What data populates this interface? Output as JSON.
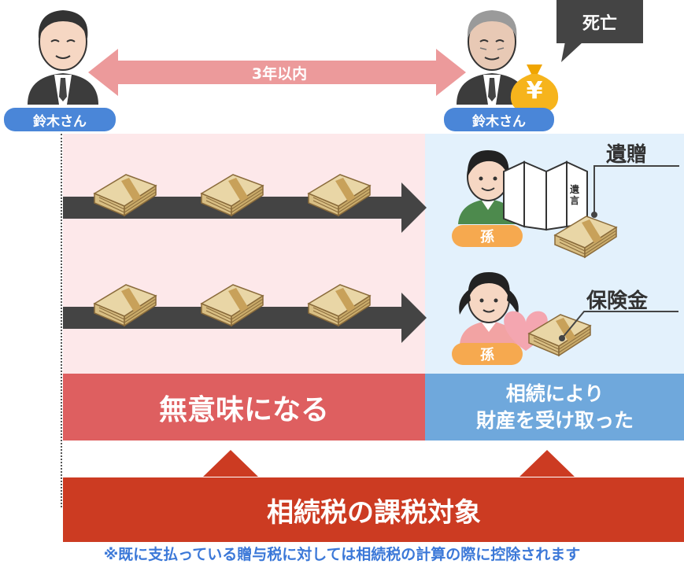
{
  "top": {
    "left_person_name": "鈴木さん",
    "right_person_name": "鈴木さん",
    "period_label": "3年以内",
    "death_label": "死亡",
    "yen_symbol": "¥"
  },
  "recipients": {
    "grandchild_1": {
      "tag": "孫",
      "label": "遺贈",
      "document_text": "遺言"
    },
    "grandchild_2": {
      "tag": "孫",
      "label": "保険金"
    }
  },
  "boxes": {
    "pink_box": "無意味になる",
    "blue_box_line1": "相続により",
    "blue_box_line2": "財産を受け取った"
  },
  "banner": {
    "text": "相続税の課税対象"
  },
  "footnote": "※既に支払っている贈与税に対しては相続税の計算の際に控除されます",
  "colors": {
    "pink_panel": "#fde8ea",
    "blue_panel": "#e3f1fc",
    "red_box": "#de5f60",
    "blue_box": "#6fa8dc",
    "banner_red": "#cc3b22",
    "name_pill": "#4a86d8",
    "grandchild_pill": "#f6a94f",
    "footnote_text": "#3b78d8"
  }
}
